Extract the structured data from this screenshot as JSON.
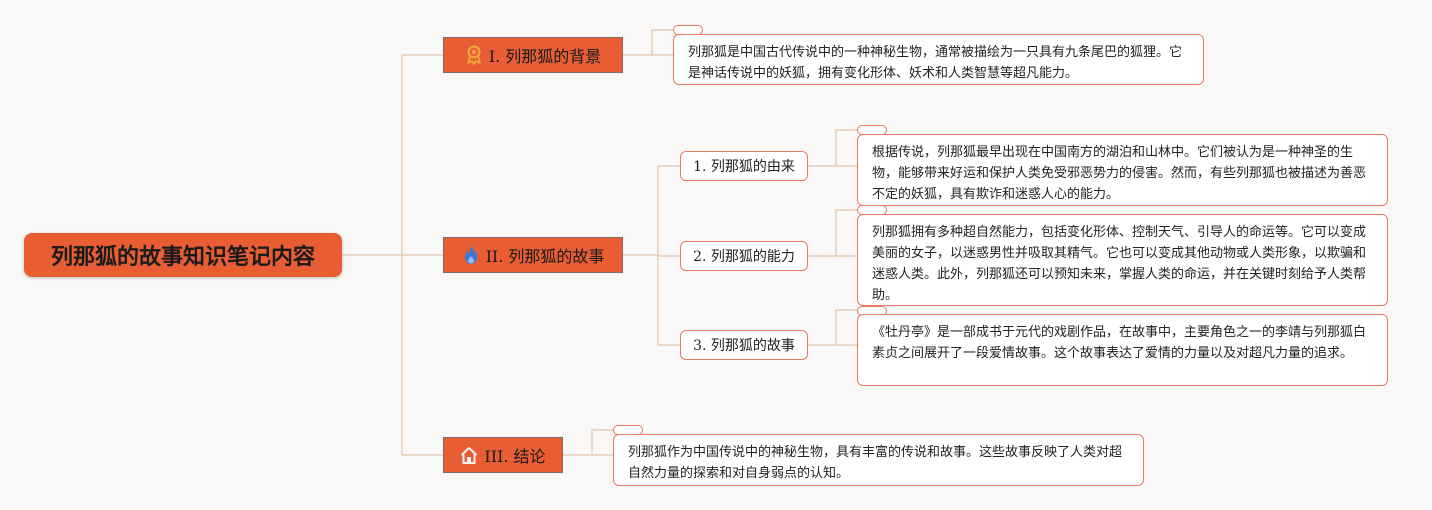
{
  "root": {
    "title": "列那狐的故事知识笔记内容"
  },
  "branches": [
    {
      "title": "I. 列那狐的背景",
      "icon": "award-ribbon-icon",
      "note": "列那狐是中国古代传说中的一种神秘生物，通常被描绘为一只具有九条尾巴的狐狸。它是神话传说中的妖狐，拥有变化形体、妖术和人类智慧等超凡能力。"
    },
    {
      "title": "II. 列那狐的故事",
      "icon": "flame-icon",
      "children": [
        {
          "title": "1. 列那狐的由来",
          "note": "根据传说，列那狐最早出现在中国南方的湖泊和山林中。它们被认为是一种神圣的生物，能够带来好运和保护人类免受邪恶势力的侵害。然而，有些列那狐也被描述为善恶不定的妖狐，具有欺诈和迷惑人心的能力。"
        },
        {
          "title": "2. 列那狐的能力",
          "note": "列那狐拥有多种超自然能力，包括变化形体、控制天气、引导人的命运等。它可以变成美丽的女子，以迷惑男性并吸取其精气。它也可以变成其他动物或人类形象，以欺骗和迷惑人类。此外，列那狐还可以预知未来，掌握人类的命运，并在关键时刻给予人类帮助。"
        },
        {
          "title": "3. 列那狐的故事",
          "note": "《牡丹亭》是一部成书于元代的戏剧作品，在故事中，主要角色之一的李靖与列那狐白素贞之间展开了一段爱情故事。这个故事表达了爱情的力量以及对超凡力量的追求。"
        }
      ]
    },
    {
      "title": "III. 结论",
      "icon": "home-icon",
      "note": "列那狐作为中国传说中的神秘生物，具有丰富的传说和故事。这些故事反映了人类对超自然力量的探索和对自身弱点的认知。"
    }
  ],
  "colors": {
    "background": "#f9f8f6",
    "node_fill": "#e85d33",
    "note_border": "#e47a63",
    "connector": "#e7cdb5",
    "icon": "#f2a93b"
  }
}
